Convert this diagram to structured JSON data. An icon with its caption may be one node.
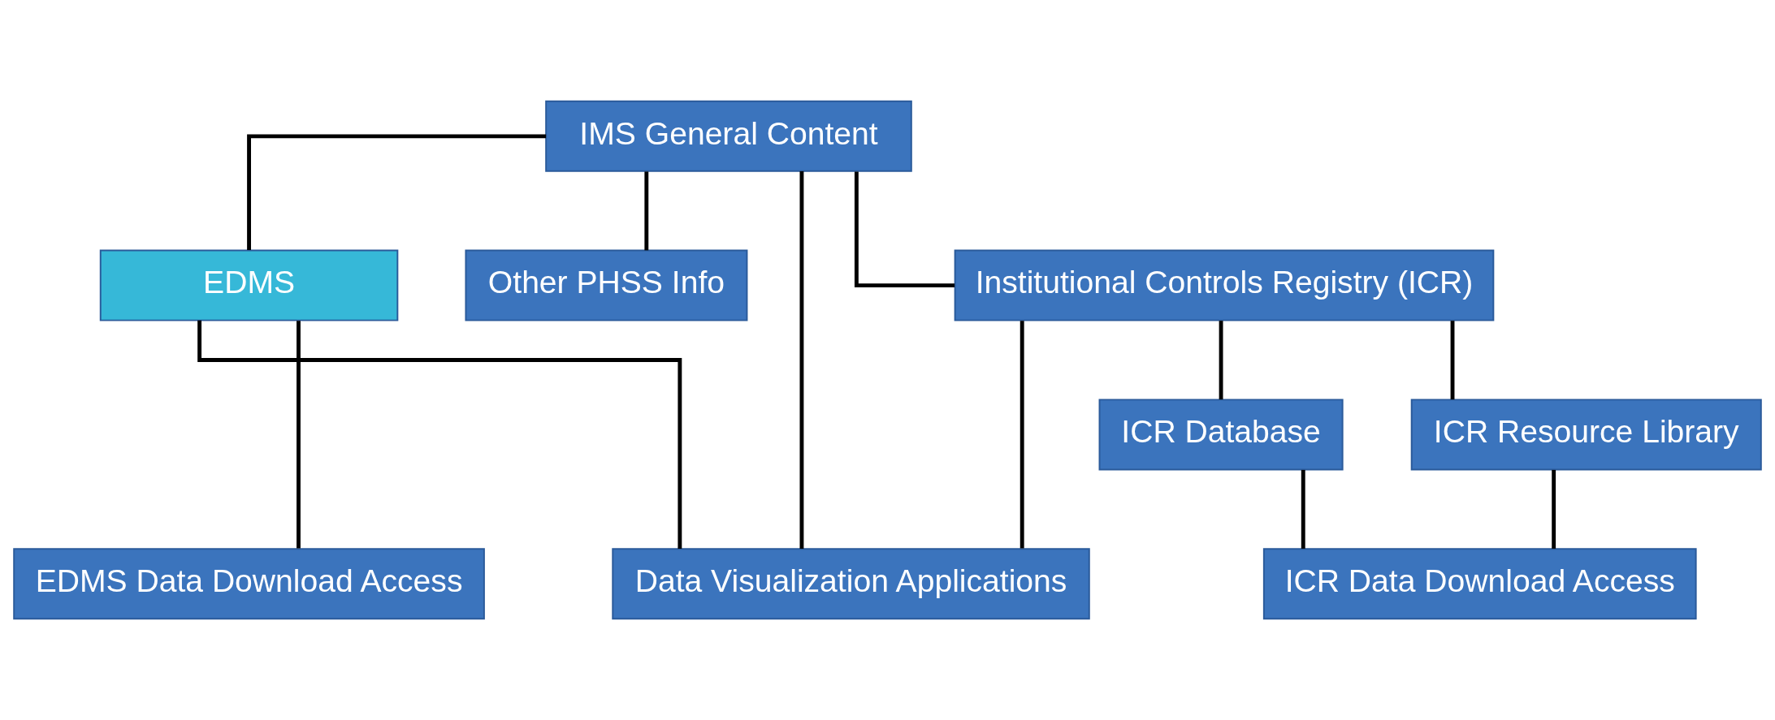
{
  "diagram": {
    "nodes": [
      {
        "text": [
          "IMS General Content"
        ]
      },
      {
        "text": [
          "EDMS"
        ]
      },
      {
        "text": [
          "Other PHSS Info"
        ]
      },
      {
        "text": [
          "Institutional Controls Registry (ICR)"
        ]
      },
      {
        "text": [
          "ICR Database"
        ]
      },
      {
        "text": [
          "ICR Resource Library"
        ]
      },
      {
        "text": [
          "EDMS Data Download Access"
        ]
      },
      {
        "text": [
          "Data Visualization Applications"
        ]
      },
      {
        "text": [
          "ICR Data Download Access"
        ]
      }
    ],
    "edges": [
      {
        "from": 0,
        "to": 1,
        "arrow": "none"
      },
      {
        "from": 0,
        "to": 2,
        "arrow": "none"
      },
      {
        "from": 0,
        "to": 7,
        "arrow": "none"
      },
      {
        "from": 0,
        "to": 3,
        "arrow": "none"
      },
      {
        "from": 1,
        "to": 6,
        "arrow": "none"
      },
      {
        "from": 1,
        "to": 7,
        "arrow": "none"
      },
      {
        "from": 3,
        "to": 7,
        "arrow": "none"
      },
      {
        "from": 3,
        "to": 4,
        "arrow": "none"
      },
      {
        "from": 3,
        "to": 5,
        "arrow": "none"
      },
      {
        "from": 4,
        "to": 8,
        "arrow": "none"
      },
      {
        "from": 5,
        "to": 8,
        "arrow": "none"
      }
    ]
  }
}
